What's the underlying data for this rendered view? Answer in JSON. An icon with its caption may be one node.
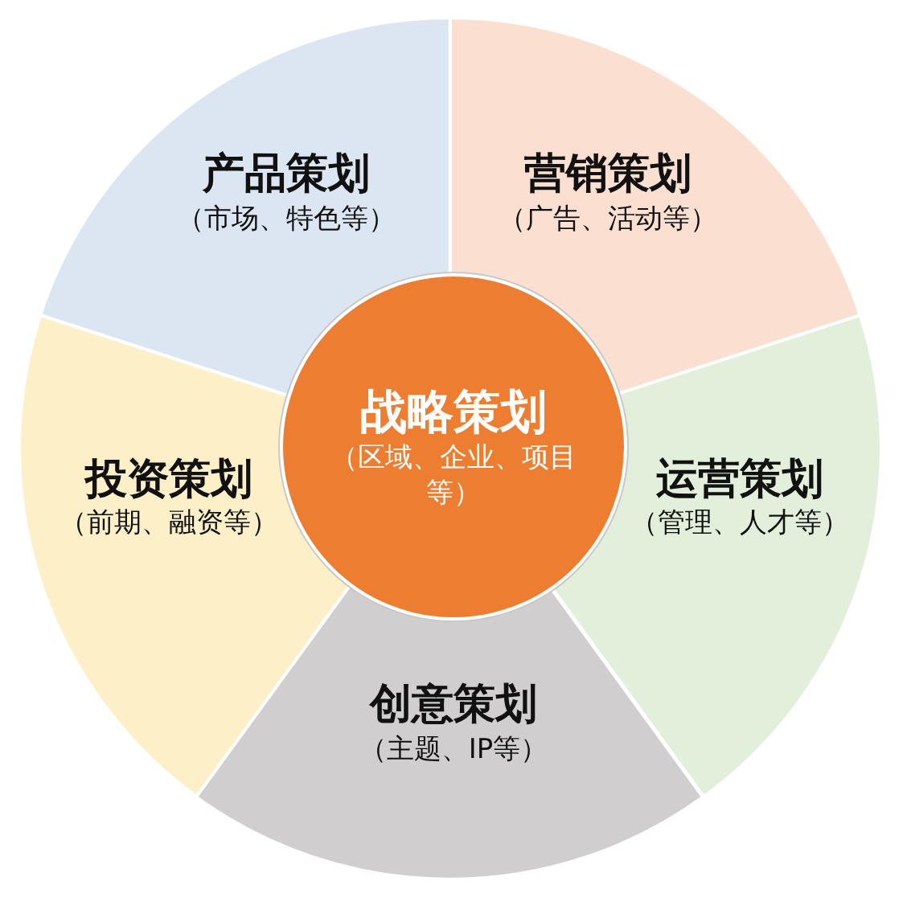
{
  "diagram": {
    "nodes": [
      {
        "text": [
          "产品策划",
          "（市场、特色等）"
        ]
      },
      {
        "text": [
          "营销策划",
          "（广告、活动等）"
        ]
      },
      {
        "text": [
          "战略策划",
          "（区域、企业、项目等）"
        ]
      },
      {
        "text": [
          "投资策划",
          "（前期、融资等）"
        ]
      },
      {
        "text": [
          "运营策划",
          "（管理、人才等）"
        ]
      },
      {
        "text": [
          "创意策划",
          "（主题、IP等）"
        ]
      }
    ]
  }
}
